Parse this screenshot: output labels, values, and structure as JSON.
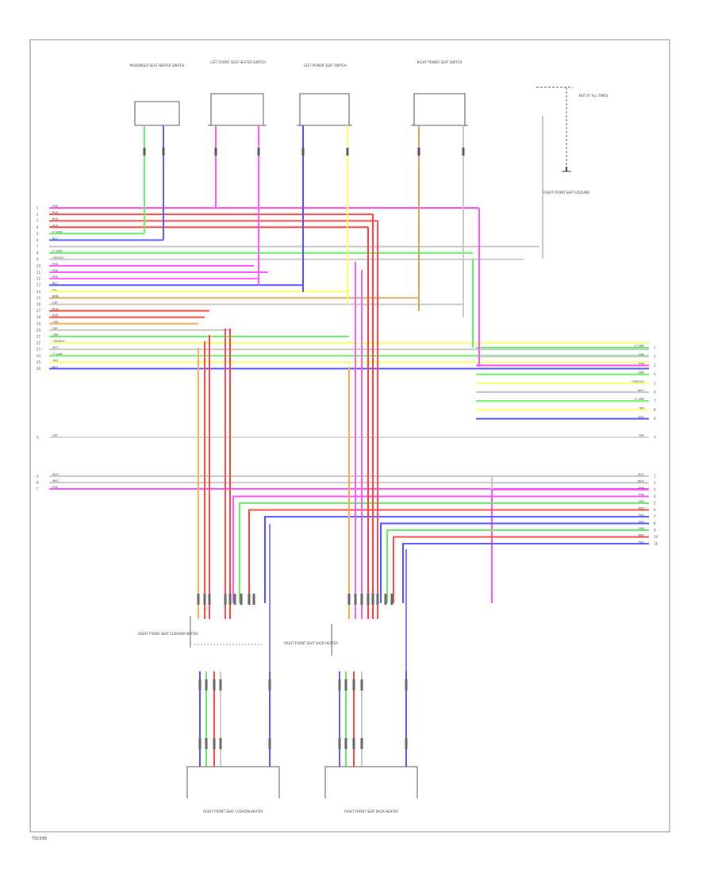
{
  "footer_code": "T91998",
  "colors": {
    "pink": "#ff55ff",
    "red": "#ff4444",
    "green": "#66ee66",
    "blue": "#5555ff",
    "yellow": "#ffff66",
    "tan": "#d0a860",
    "orange": "#ffaa55",
    "gray": "#c8c8c8"
  },
  "components": {
    "c1": "PASSENGER SEAT HEATER SWITCH",
    "c2": "LEFT FRONT SEAT HEATER SWITCH",
    "c3": "LEFT POWER SEAT SWITCH",
    "c4": "RIGHT POWER SEAT SWITCH",
    "c5": "HOT AT ALL TIMES",
    "ground": "RIGHT FRONT SEAT GROUND",
    "rfs1": "RIGHT FRONT SEAT CUSHION HEATER",
    "rfs2": "RIGHT FRONT SEAT BACK HEATER",
    "bot1": "RIGHT FRONT SEAT CUSHION HEATER",
    "bot2": "RIGHT FRONT SEAT BACK HEATER"
  },
  "left_bus": [
    {
      "pin": "1",
      "label": "PNK",
      "color": "pink"
    },
    {
      "pin": "2",
      "label": "RED",
      "color": "red"
    },
    {
      "pin": "3",
      "label": "RED",
      "color": "red"
    },
    {
      "pin": "4",
      "label": "RED",
      "color": "red"
    },
    {
      "pin": "5",
      "label": "LT GRN",
      "color": "green"
    },
    {
      "pin": "6",
      "label": "BLU",
      "color": "blue"
    },
    {
      "pin": "7",
      "label": "",
      "color": "gray"
    },
    {
      "pin": "8",
      "label": "LT GRN",
      "color": "green"
    },
    {
      "pin": "9",
      "label": "GRY/BLU",
      "color": "gray"
    },
    {
      "pin": "10",
      "label": "PNK",
      "color": "pink"
    },
    {
      "pin": "11",
      "label": "PNK",
      "color": "pink"
    },
    {
      "pin": "12",
      "label": "PNK",
      "color": "pink"
    },
    {
      "pin": "13",
      "label": "BLU",
      "color": "blue"
    },
    {
      "pin": "14",
      "label": "YEL",
      "color": "yellow"
    },
    {
      "pin": "15",
      "label": "BRN",
      "color": "tan"
    },
    {
      "pin": "16",
      "label": "GRY",
      "color": "gray"
    },
    {
      "pin": "17",
      "label": "RED",
      "color": "red"
    },
    {
      "pin": "18",
      "label": "RED",
      "color": "red"
    },
    {
      "pin": "19",
      "label": "ORN",
      "color": "orange"
    },
    {
      "pin": "20",
      "label": "GRY",
      "color": "gray"
    },
    {
      "pin": "21",
      "label": "GRN",
      "color": "green"
    },
    {
      "pin": "22",
      "label": "ORN/BLK",
      "color": "yellow"
    },
    {
      "pin": "23",
      "label": "WHT",
      "color": "gray"
    },
    {
      "pin": "24",
      "label": "LT GRN",
      "color": "green"
    },
    {
      "pin": "25",
      "label": "TAN",
      "color": "yellow"
    },
    {
      "pin": "26",
      "label": "BLU",
      "color": "blue"
    }
  ],
  "bus_b": [
    {
      "pin": "A",
      "label": "GRY",
      "color": "gray"
    }
  ],
  "bus_c": [
    {
      "pin": "A",
      "label": "WHT",
      "color": "gray"
    },
    {
      "pin": "B",
      "label": "WHT",
      "color": "gray"
    },
    {
      "pin": "C",
      "label": "PNK",
      "color": "pink"
    }
  ],
  "right_bus": [
    {
      "pin": "1",
      "label": "LT GRN",
      "color": "green"
    },
    {
      "pin": "2",
      "label": "GRY",
      "color": "gray"
    },
    {
      "pin": "3",
      "label": "PNK",
      "color": "pink"
    },
    {
      "pin": "4",
      "label": "GRN",
      "color": "green"
    },
    {
      "pin": "5",
      "label": "ORN/BLK",
      "color": "yellow"
    },
    {
      "pin": "6",
      "label": "WHT",
      "color": "gray"
    },
    {
      "pin": "7",
      "label": "LT GRN",
      "color": "green"
    },
    {
      "pin": "8",
      "label": "TAN",
      "color": "yellow"
    },
    {
      "pin": "9",
      "label": "BLU",
      "color": "blue"
    }
  ],
  "right_bus_b": [
    {
      "pin": "A",
      "label": "GRY",
      "color": "gray"
    }
  ],
  "right_bus_c": [
    {
      "pin": "1",
      "label": "WHT",
      "color": "gray"
    },
    {
      "pin": "2",
      "label": "WHT",
      "color": "gray"
    },
    {
      "pin": "3",
      "label": "PNK",
      "color": "pink"
    },
    {
      "pin": "4",
      "label": "PNK",
      "color": "pink"
    },
    {
      "pin": "5",
      "label": "GRN",
      "color": "green"
    },
    {
      "pin": "6",
      "label": "RED",
      "color": "red"
    },
    {
      "pin": "7",
      "label": "BLU",
      "color": "blue"
    },
    {
      "pin": "8",
      "label": "BLU",
      "color": "blue"
    },
    {
      "pin": "9",
      "label": "GRN",
      "color": "green"
    },
    {
      "pin": "10",
      "label": "RED",
      "color": "red"
    },
    {
      "pin": "11",
      "label": "BLU",
      "color": "blue"
    }
  ]
}
